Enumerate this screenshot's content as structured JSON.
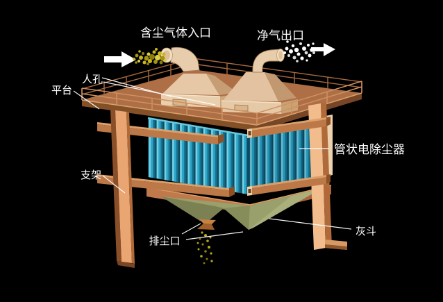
{
  "diagram": {
    "labels": {
      "dusty_gas_inlet": "含尘气体入口",
      "clean_gas_outlet": "净气出口",
      "manhole": "人孔",
      "platform": "平台",
      "support_frame": "支架",
      "dust_discharge_port": "排尘口",
      "tubular_esp": "管状电除尘器",
      "ash_hopper": "灰斗"
    },
    "colors": {
      "background": "#000000",
      "structure_brown": "#c07848",
      "platform_brown": "#ae6f46",
      "hood_cream": "#e8cdad",
      "tube_cyan": "#2aa6c9",
      "hopper_olive": "#99a06b",
      "dust_yellow": "#c6b520",
      "clean_gas_white": "#ffffff",
      "label_color": "#ffffff"
    }
  }
}
